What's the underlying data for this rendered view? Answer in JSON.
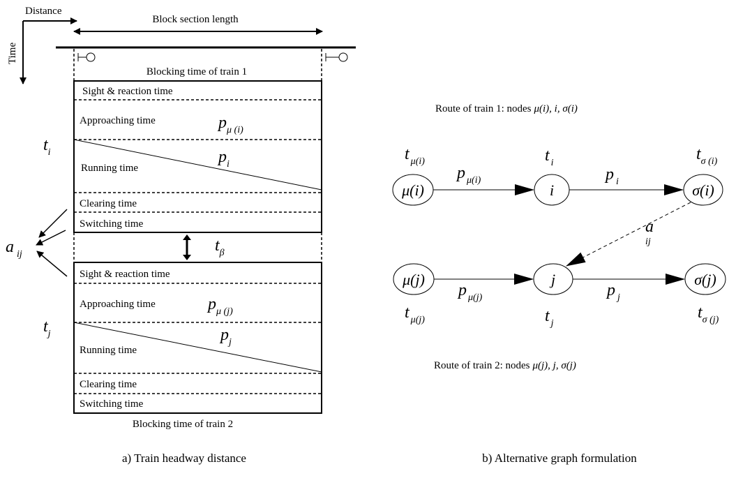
{
  "left": {
    "distance_label": "Distance",
    "time_label": "Time",
    "block_section_label": "Block section length",
    "train1": {
      "header": "Blocking time of train 1",
      "rows": [
        "Sight & reaction time",
        "Approaching time",
        "Running time",
        "Clearing time",
        "Switching time"
      ],
      "p_mu": "p",
      "p_mu_sub": "μ (i)",
      "p": "p",
      "p_sub": "i",
      "t": "t",
      "t_sub": "i"
    },
    "gap": {
      "t": "t",
      "t_sub": "β"
    },
    "a": "a",
    "a_sub": "ij",
    "train2": {
      "footer": "Blocking time of train 2",
      "rows": [
        "Sight & reaction time",
        "Approaching time",
        "Running time",
        "Clearing time",
        "Switching time"
      ],
      "p_mu": "p",
      "p_mu_sub": "μ (j)",
      "p": "p",
      "p_sub": "j",
      "t": "t",
      "t_sub": "j"
    },
    "caption": "a) Train headway distance"
  },
  "right": {
    "route1": "Route of train 1: nodes",
    "route1_nodes": "μ(i), i, σ(i)",
    "route2": "Route of train 2: nodes",
    "route2_nodes": "μ(j), j, σ(j)",
    "nodes": {
      "mu_i": "μ(i)",
      "i": "i",
      "sigma_i": "σ(i)",
      "mu_j": "μ(j)",
      "j": "j",
      "sigma_j": "σ(j)"
    },
    "times": {
      "t": "t",
      "mu_i_sub": "μ(i)",
      "i_sub": "i",
      "sigma_i_sub": "σ (i)",
      "mu_j_sub": "μ(j)",
      "j_sub": "j",
      "sigma_j_sub": "σ (j)"
    },
    "edges": {
      "p": "p",
      "mu_i_sub": "μ(i)",
      "i_sub": "i",
      "mu_j_sub": "μ(j)",
      "j_sub": "j",
      "a": "a",
      "a_sub": "ij"
    },
    "caption": "b) Alternative graph formulation"
  }
}
